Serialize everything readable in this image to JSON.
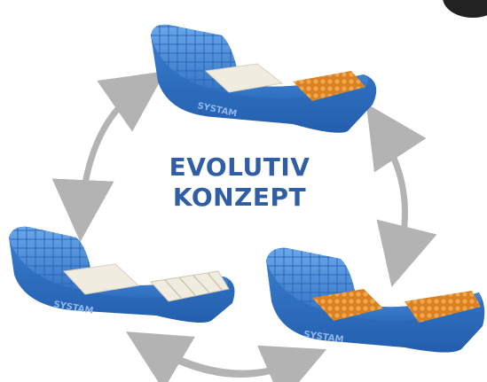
{
  "headline": {
    "line1": "EVOLUTIV",
    "line2": "KONZEPT"
  },
  "brand_mark": "SYSTAM",
  "colors": {
    "foam_blue": "#3b7fd0",
    "foam_light": "#5b9be0",
    "insert_orange": "#e08a2a",
    "insert_white": "#f1ece0",
    "arrow_gray": "#b3b3b3",
    "headline_blue": "#2f5ea6"
  },
  "mattresses": [
    {
      "name": "top",
      "inserts": [
        "white",
        "orange"
      ]
    },
    {
      "name": "left",
      "inserts": [
        "white",
        "white-bars"
      ]
    },
    {
      "name": "right",
      "inserts": [
        "orange",
        "orange"
      ]
    }
  ]
}
